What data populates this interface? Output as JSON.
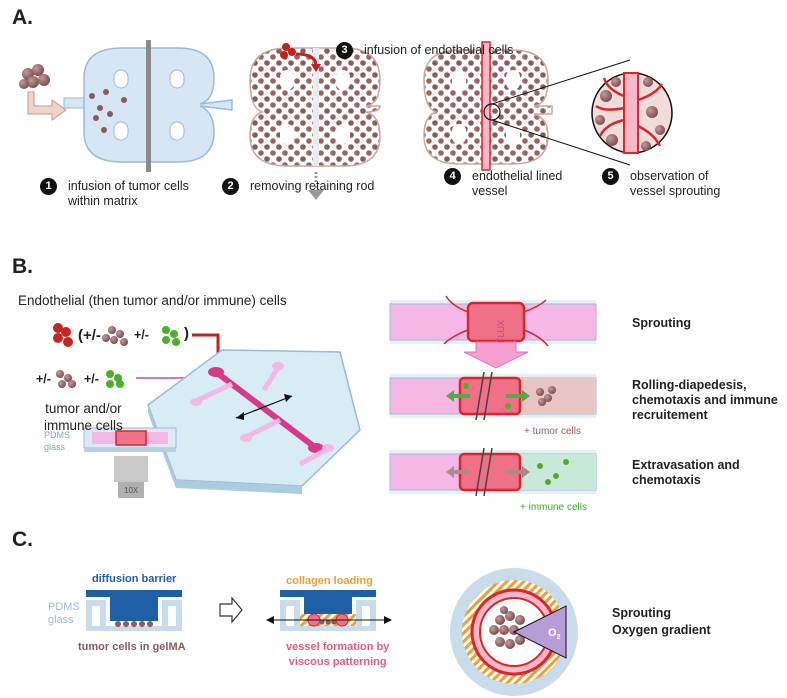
{
  "sections": {
    "a": "A.",
    "b": "B.",
    "c": "C."
  },
  "panel_a": {
    "steps": [
      {
        "num": "1",
        "text": "infusion of tumor cells\nwithin matrix"
      },
      {
        "num": "2",
        "text": "removing retaining rod"
      },
      {
        "num": "3",
        "text": "infusion of endothelial cells"
      },
      {
        "num": "4",
        "text": "endothelial lined\nvessel"
      },
      {
        "num": "5",
        "text": "observation of\nvessel sprouting"
      }
    ]
  },
  "panel_b": {
    "title": "Endothelial (then tumor and/or immune) cells",
    "pm1": "(+/-",
    "pm2": "+/-",
    "close_paren": ")",
    "pm3": "+/-",
    "pm4": "+/-",
    "tumor_immune": "tumor and/or\nimmune cells",
    "pdms": "PDMS",
    "glass": "glass",
    "objective": "10X",
    "flux": "FLUX",
    "rows": [
      {
        "label": "Sprouting",
        "sublabel": ""
      },
      {
        "label": "Rolling-diapedesis,\nchemotaxis and immune\nrecruitement",
        "sublabel": "+ tumor cells"
      },
      {
        "label": "Extravasation and\nchemotaxis",
        "sublabel": "+ immune cells"
      }
    ]
  },
  "panel_c": {
    "diffusion_barrier": "diffusion barrier",
    "pdms": "PDMS",
    "glass": "glass",
    "tumor_cells": "tumor cells in gelMA",
    "collagen_loading": "collagen loading",
    "vessel_formation": "vessel formation by\nviscous patterning",
    "o2": "O",
    "o2_sub": "2",
    "right_label": "Sprouting\nOxygen gradient"
  },
  "colors": {
    "vessel_red": "#d9262c",
    "cell_brown": "#8b5a5a",
    "immune_green": "#4caf2a",
    "pink_channel": "#f5b8e6",
    "blue_barrier": "#1f5fa6",
    "collagen_orange": "#f0a030"
  }
}
